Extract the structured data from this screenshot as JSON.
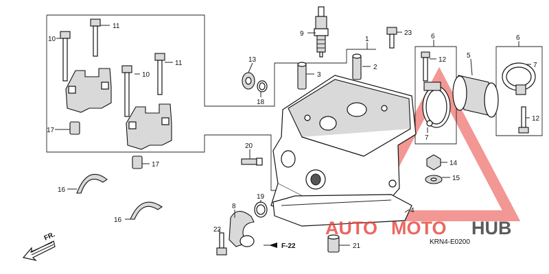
{
  "callouts": {
    "c1": "1",
    "c2": "2",
    "c3": "3",
    "c4": "4",
    "c5": "5",
    "c6a": "6",
    "c6b": "6",
    "c7a": "7",
    "c7b": "7",
    "c8": "8",
    "c9": "9",
    "c10a": "10",
    "c10b": "10",
    "c11a": "11",
    "c11b": "11",
    "c12a": "12",
    "c12b": "12",
    "c13": "13",
    "c14": "14",
    "c15": "15",
    "c16a": "16",
    "c16b": "16",
    "c17a": "17",
    "c17b": "17",
    "c18": "18",
    "c19": "19",
    "c20": "20",
    "c21": "21",
    "c22": "22",
    "c23": "23"
  },
  "reference": "F-22",
  "front_indicator": "FR.",
  "diagram_code": "KRN4-E0200",
  "watermark": {
    "part1": "AUTO",
    "part2": "MOTO",
    "part3": "HUB",
    "color_primary": "#e8423a",
    "color_secondary": "#333333"
  }
}
